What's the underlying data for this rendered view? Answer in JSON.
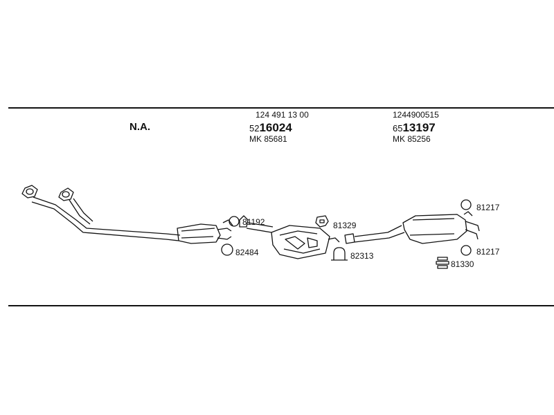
{
  "columns": [
    {
      "label": "N.A."
    },
    {
      "oem": "124 491 13 00",
      "part_prefix": "52",
      "part_main": "16024",
      "mk": "MK  85681"
    },
    {
      "oem": "1244900515",
      "part_prefix": "65",
      "part_main": "13197",
      "mk": "MK  85256"
    }
  ],
  "callouts": [
    {
      "code": "81192"
    },
    {
      "code": "82484"
    },
    {
      "code": "81329"
    },
    {
      "code": "82313"
    },
    {
      "code": "81217"
    },
    {
      "code": "81217"
    },
    {
      "code": "81330"
    }
  ]
}
